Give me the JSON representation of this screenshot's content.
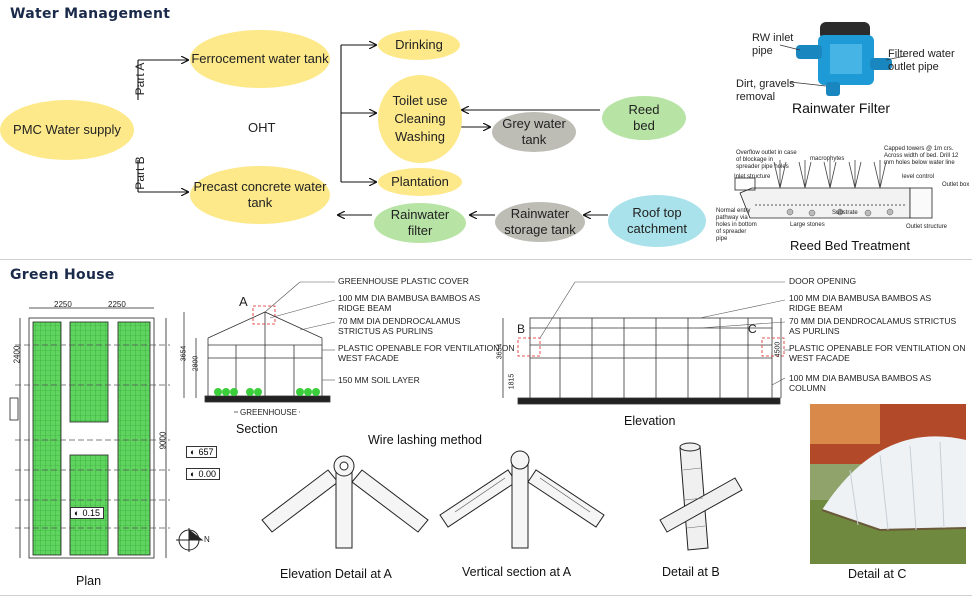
{
  "water": {
    "title": "Water Management",
    "supply": "PMC Water supply",
    "part_a": "Part A",
    "part_b": "Part B",
    "oht": "OHT",
    "ferro_tank": "Ferrocement water tank",
    "precast_tank": "Precast concrete water tank",
    "drinking": "Drinking",
    "toilet": "Toilet use",
    "cleaning": "Cleaning",
    "washing": "Washing",
    "plantation": "Plantation",
    "grey_tank": "Grey water tank",
    "reed_bed": "Reed bed",
    "rain_filter": "Rainwater filter",
    "rain_storage": "Rainwater storage tank",
    "roof_catch": "Roof top catchment",
    "rw_inlet": "RW inlet pipe",
    "filtered_outlet": "Filtered water outlet pipe",
    "dirt": "Dirt, gravels removal",
    "filter_caption": "Rainwater Filter",
    "reed_caption": "Reed Bed Treatment",
    "reed_notes": {
      "overflow": "Overflow outlet in case of blockage in spreader pipe holes",
      "macrophytes": "macrophytes",
      "capped": "Capped towers @ 1m crs. Across width of bed. Drill 12 mm holes below water line",
      "level": "level control",
      "outlet_box": "Outlet box",
      "inlet": "Inlet structure",
      "normal_entry": "Normal entry pathway via holes in bottom of spreader pipe",
      "substrate": "Substrate",
      "large_stones": "Large stones",
      "outlet_structure": "Outlet structure"
    }
  },
  "green": {
    "title": "Green House",
    "plan_dims": {
      "w1": "2250",
      "w2": "2250",
      "h1": "2400",
      "h2": "9000"
    },
    "plan_caption": "Plan",
    "level_657": "657",
    "level_000": "0.00",
    "level_015": "0.15",
    "north": "N",
    "section_label_a": "A",
    "section_caption": "Section",
    "greenhouse_label": "GREENHOUSE",
    "section_dims": {
      "h_total": "3654",
      "h_wall": "2800"
    },
    "notes_section": [
      "GREENHOUSE PLASTIC COVER",
      "100 MM DIA BAMBUSA BAMBOS AS RIDGE BEAM",
      "70 MM DIA DENDROCALAMUS STRICTUS AS PURLINS",
      "PLASTIC OPENABLE FOR VENTILATION ON WEST FACADE",
      "150 MM SOIL LAYER"
    ],
    "elevation_caption": "Elevation",
    "label_b": "B",
    "label_c": "C",
    "elevation_dims": {
      "h_total": "3654",
      "h_low": "1815",
      "h_right": "4500"
    },
    "notes_elevation": [
      "DOOR OPENING",
      "100 MM DIA BAMBUSA BAMBOS AS RIDGE BEAM",
      "70 MM DIA DENDROCALAMUS STRICTUS AS PURLINS",
      "PLASTIC OPENABLE FOR VENTILATION ON WEST FACADE",
      "100 MM DIA BAMBUSA BAMBOS AS COLUMN"
    ],
    "wire_title": "Wire lashing method",
    "detail_a_elev": "Elevation Detail at A",
    "detail_a_vert": "Vertical section at A",
    "detail_b": "Detail at B",
    "detail_c": "Detail at C"
  }
}
